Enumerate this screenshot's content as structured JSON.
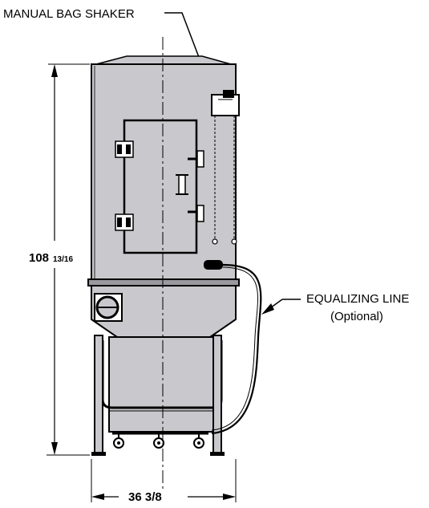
{
  "labels": {
    "manual_bag_shaker": "MANUAL BAG SHAKER",
    "equalizing_line": "EQUALIZING LINE",
    "optional": "(Optional)",
    "height_whole": "108",
    "height_fraction": "13/16",
    "width": "36 3/8"
  },
  "colors": {
    "body_fill": "#c9c9cd",
    "outline": "#000000",
    "background": "#ffffff"
  }
}
